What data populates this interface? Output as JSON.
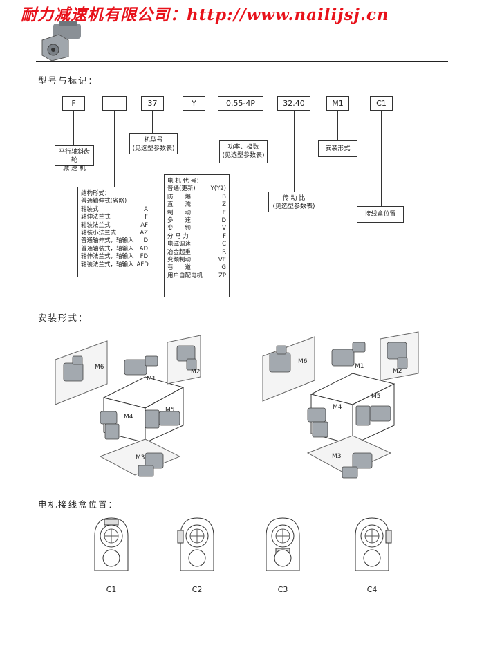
{
  "banner": "耐力减速机有限公司：http://www.nailijsj.cn",
  "sections": {
    "model_title": "型号与标记：",
    "mounting_title": "安装形式：",
    "terminal_title": "电机接线盒位置："
  },
  "code_boxes": {
    "f": "F",
    "blank": "",
    "size": "37",
    "y": "Y",
    "power": "0.55-4P",
    "ratio": "32.40",
    "mount": "M1",
    "terminal": "C1"
  },
  "notes": {
    "reducer": [
      "平行轴斜齿轮",
      "减 速 机"
    ],
    "frame": [
      "机型号",
      "(见选型参数表)"
    ],
    "power": [
      "功率、极数",
      "(见选型参数表)"
    ],
    "mounting": "安装形式",
    "ratio": [
      "传 动 比",
      "(见选型参数表)"
    ],
    "terminal": "接线盒位置"
  },
  "structure": {
    "title": "结构形式：",
    "rows": [
      {
        "name": "普通轴伸式(省略)",
        "code": ""
      },
      {
        "name": "轴装式",
        "code": "A"
      },
      {
        "name": "轴伸法兰式",
        "code": "F"
      },
      {
        "name": "轴装法兰式",
        "code": "AF"
      },
      {
        "name": "轴装小法兰式",
        "code": "AZ"
      },
      {
        "name": "普通轴伸式，轴输入",
        "code": "D"
      },
      {
        "name": "普通轴装式，轴输入",
        "code": "AD"
      },
      {
        "name": "轴伸法兰式，轴输入",
        "code": "FD"
      },
      {
        "name": "轴装法兰式，轴输入",
        "code": "AFD"
      }
    ]
  },
  "motor": {
    "title": "电 机 代 号：",
    "rows": [
      {
        "name": "普通(更新)",
        "code": "Y(Y2)"
      },
      {
        "name": "防　　爆",
        "code": "B"
      },
      {
        "name": "直　　流",
        "code": "Z"
      },
      {
        "name": "制　　动",
        "code": "E"
      },
      {
        "name": "多　　速",
        "code": "D"
      },
      {
        "name": "变　　频",
        "code": "V"
      },
      {
        "name": "分 马 力",
        "code": "F"
      },
      {
        "name": "电磁调速",
        "code": "C"
      },
      {
        "name": "冶金起重",
        "code": "R"
      },
      {
        "name": "变频制动",
        "code": "VE"
      },
      {
        "name": "巷　　道",
        "code": "G"
      },
      {
        "name": "用户自配电机",
        "code": "ZP"
      }
    ]
  },
  "mount_labels": [
    "M1",
    "M2",
    "M3",
    "M4",
    "M5",
    "M6"
  ],
  "terminal_labels": [
    "C1",
    "C2",
    "C3",
    "C4"
  ],
  "colors": {
    "banner": "#e8121b",
    "line": "#333333",
    "gear_body": "#9aa0a6"
  }
}
